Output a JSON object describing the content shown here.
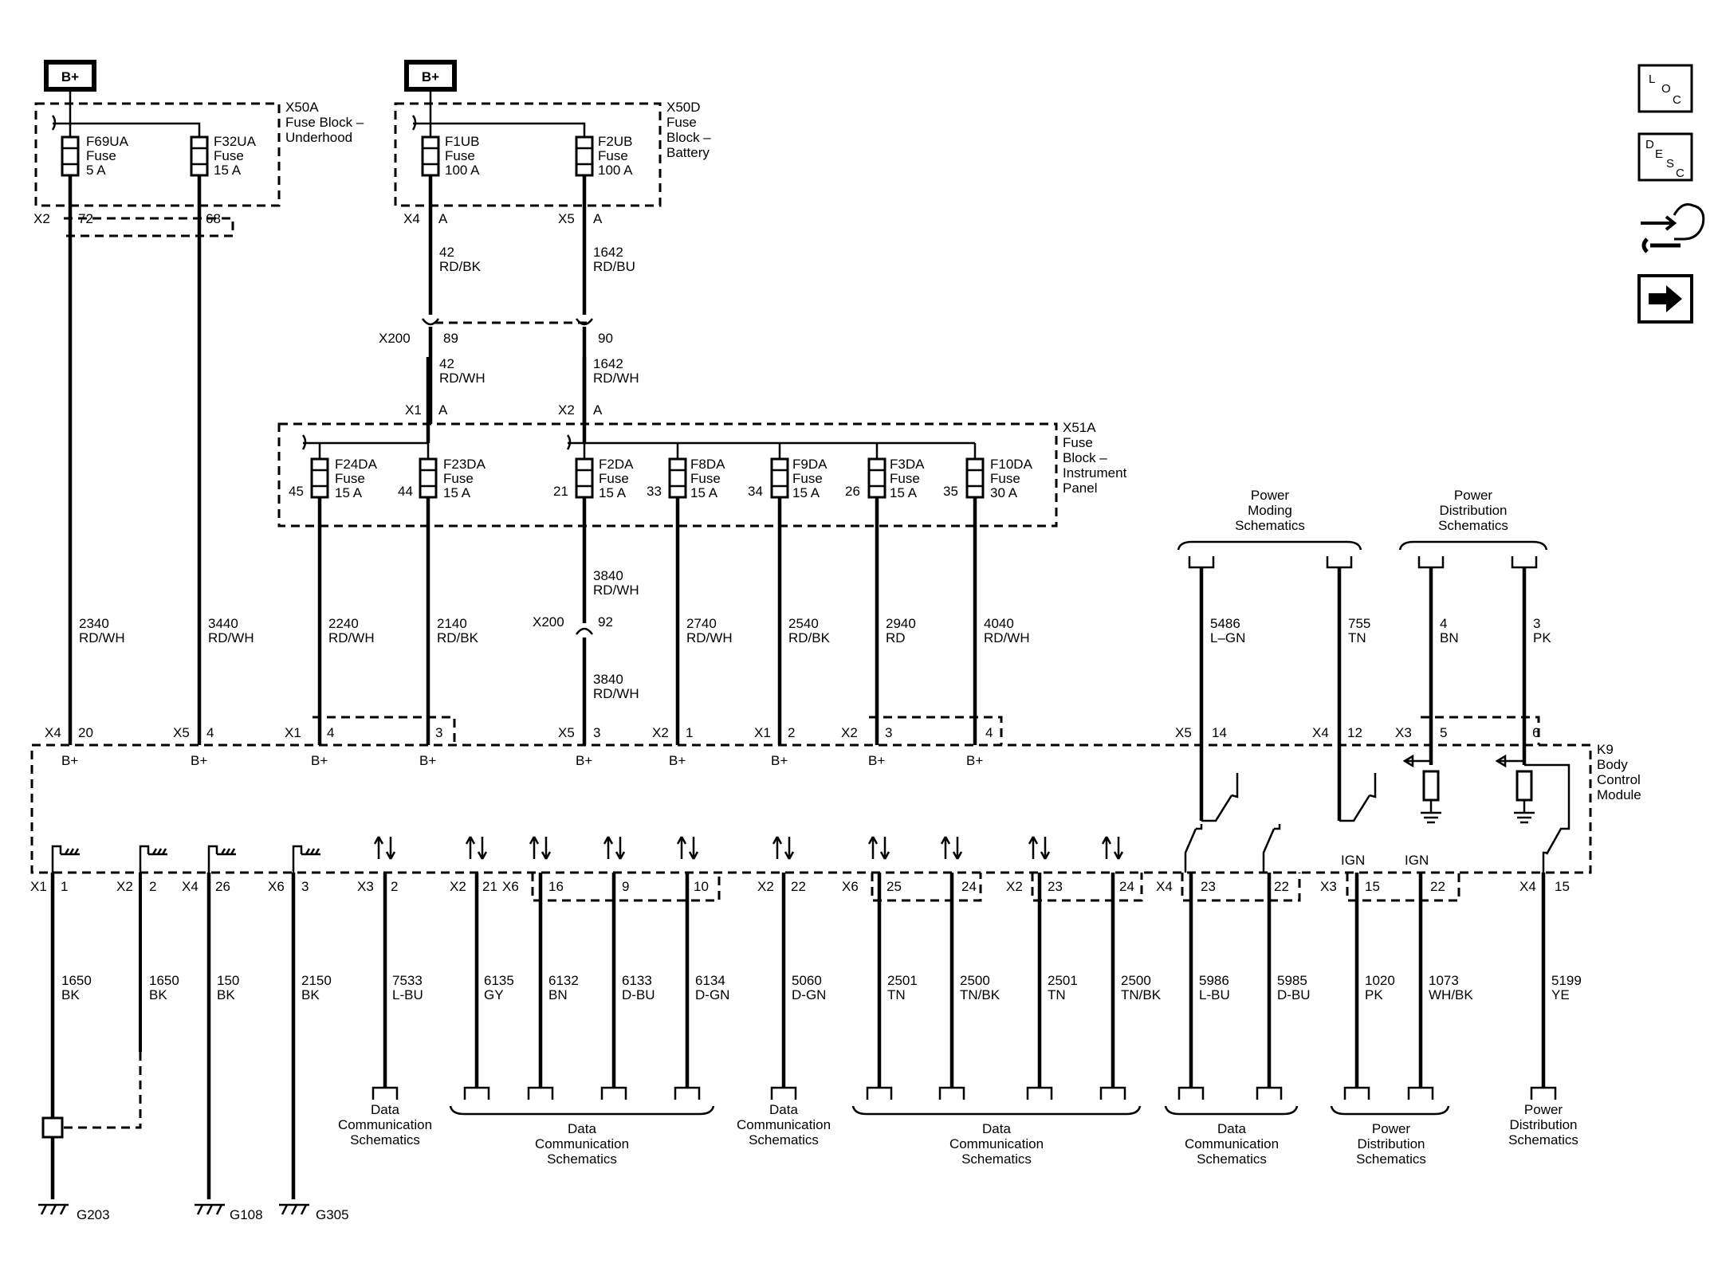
{
  "power_sources": [
    {
      "label": "B+"
    },
    {
      "label": "B+"
    }
  ],
  "blocks": [
    {
      "name": "X50A",
      "lines": [
        "X50A",
        "Fuse Block –",
        "Underhood"
      ]
    },
    {
      "name": "X50D",
      "lines": [
        "X50D",
        "Fuse",
        "Block –",
        "Battery"
      ]
    },
    {
      "name": "X51A",
      "lines": [
        "X51A",
        "Fuse",
        "Block –",
        "Instrument",
        "Panel"
      ]
    },
    {
      "name": "K9",
      "lines": [
        "K9",
        "Body",
        "Control",
        "Module"
      ]
    }
  ],
  "fuses": [
    {
      "lines": [
        "F69UA",
        "Fuse",
        "5 A"
      ]
    },
    {
      "lines": [
        "F32UA",
        "Fuse",
        "15 A"
      ]
    },
    {
      "lines": [
        "F1UB",
        "Fuse",
        "100 A"
      ]
    },
    {
      "lines": [
        "F2UB",
        "Fuse",
        "100 A"
      ]
    },
    {
      "lines": [
        "F24DA",
        "Fuse",
        "15 A"
      ],
      "pin": "45"
    },
    {
      "lines": [
        "F23DA",
        "Fuse",
        "15 A"
      ],
      "pin": "44"
    },
    {
      "lines": [
        "F2DA",
        "Fuse",
        "15 A"
      ],
      "pin": "21"
    },
    {
      "lines": [
        "F8DA",
        "Fuse",
        "15 A"
      ],
      "pin": "33"
    },
    {
      "lines": [
        "F9DA",
        "Fuse",
        "15 A"
      ],
      "pin": "34"
    },
    {
      "lines": [
        "F3DA",
        "Fuse",
        "15 A"
      ],
      "pin": "26"
    },
    {
      "lines": [
        "F10DA",
        "Fuse",
        "30 A"
      ],
      "pin": "35"
    }
  ],
  "connector_labels": [
    "X2",
    "72",
    "68",
    "X4",
    "A",
    "X5",
    "A",
    "X200",
    "89",
    "90",
    "X1",
    "A",
    "X2",
    "A",
    "X200",
    "92"
  ],
  "upper_wires": [
    {
      "circuit": "42",
      "color": "RD/BK"
    },
    {
      "circuit": "1642",
      "color": "RD/BU"
    },
    {
      "circuit": "42",
      "color": "RD/WH"
    },
    {
      "circuit": "1642",
      "color": "RD/WH"
    },
    {
      "circuit": "3840",
      "color": "RD/WH"
    },
    {
      "circuit": "3840",
      "color": "RD/WH"
    }
  ],
  "feed_wires": [
    {
      "circuit": "2340",
      "color": "RD/WH"
    },
    {
      "circuit": "3440",
      "color": "RD/WH"
    },
    {
      "circuit": "2240",
      "color": "RD/WH"
    },
    {
      "circuit": "2140",
      "color": "RD/BK"
    },
    {
      "circuit": "2740",
      "color": "RD/WH"
    },
    {
      "circuit": "2540",
      "color": "RD/BK"
    },
    {
      "circuit": "2940",
      "color": "RD"
    },
    {
      "circuit": "4040",
      "color": "RD/WH"
    },
    {
      "circuit": "5486",
      "color": "L–GN"
    },
    {
      "circuit": "755",
      "color": "TN"
    },
    {
      "circuit": "4",
      "color": "BN"
    },
    {
      "circuit": "3",
      "color": "PK"
    }
  ],
  "top_pins": [
    {
      "conn": "X4",
      "pin": "20",
      "sig": "B+"
    },
    {
      "conn": "X5",
      "pin": "4",
      "sig": "B+"
    },
    {
      "conn": "X1",
      "pin": "4",
      "sig": "B+"
    },
    {
      "conn": "",
      "pin": "3",
      "sig": "B+"
    },
    {
      "conn": "X5",
      "pin": "3",
      "sig": "B+"
    },
    {
      "conn": "X2",
      "pin": "1",
      "sig": "B+"
    },
    {
      "conn": "X1",
      "pin": "2",
      "sig": "B+"
    },
    {
      "conn": "X2",
      "pin": "3",
      "sig": "B+"
    },
    {
      "conn": "",
      "pin": "4",
      "sig": "B+"
    },
    {
      "conn": "X5",
      "pin": "14",
      "sig": ""
    },
    {
      "conn": "X4",
      "pin": "12",
      "sig": ""
    },
    {
      "conn": "X3",
      "pin": "5",
      "sig": ""
    },
    {
      "conn": "",
      "pin": "6",
      "sig": ""
    }
  ],
  "top_refs": [
    {
      "lines": [
        "Power",
        "Moding",
        "Schematics"
      ]
    },
    {
      "lines": [
        "Power",
        "Distribution",
        "Schematics"
      ]
    }
  ],
  "ign_labels": [
    "IGN",
    "IGN"
  ],
  "bottom_pins": [
    {
      "conn": "X1",
      "pin": "1"
    },
    {
      "conn": "X2",
      "pin": "2"
    },
    {
      "conn": "X4",
      "pin": "26"
    },
    {
      "conn": "X6",
      "pin": "3"
    },
    {
      "conn": "X3",
      "pin": "2"
    },
    {
      "conn": "X2",
      "pin": "21"
    },
    {
      "conn": "X6",
      "pin": "16"
    },
    {
      "conn": "",
      "pin": "9"
    },
    {
      "conn": "",
      "pin": "10"
    },
    {
      "conn": "X2",
      "pin": "22"
    },
    {
      "conn": "X6",
      "pin": "25"
    },
    {
      "conn": "",
      "pin": "24"
    },
    {
      "conn": "X2",
      "pin": "23"
    },
    {
      "conn": "",
      "pin": "24"
    },
    {
      "conn": "X4",
      "pin": "23"
    },
    {
      "conn": "",
      "pin": "22"
    },
    {
      "conn": "X3",
      "pin": "15"
    },
    {
      "conn": "",
      "pin": "22"
    },
    {
      "conn": "X4",
      "pin": "15"
    }
  ],
  "bottom_wires": [
    {
      "circuit": "1650",
      "color": "BK"
    },
    {
      "circuit": "1650",
      "color": "BK"
    },
    {
      "circuit": "150",
      "color": "BK"
    },
    {
      "circuit": "2150",
      "color": "BK"
    },
    {
      "circuit": "7533",
      "color": "L-BU"
    },
    {
      "circuit": "6135",
      "color": "GY"
    },
    {
      "circuit": "6132",
      "color": "BN"
    },
    {
      "circuit": "6133",
      "color": "D-BU"
    },
    {
      "circuit": "6134",
      "color": "D-GN"
    },
    {
      "circuit": "5060",
      "color": "D-GN"
    },
    {
      "circuit": "2501",
      "color": "TN"
    },
    {
      "circuit": "2500",
      "color": "TN/BK"
    },
    {
      "circuit": "2501",
      "color": "TN"
    },
    {
      "circuit": "2500",
      "color": "TN/BK"
    },
    {
      "circuit": "5986",
      "color": "L-BU"
    },
    {
      "circuit": "5985",
      "color": "D-BU"
    },
    {
      "circuit": "1020",
      "color": "PK"
    },
    {
      "circuit": "1073",
      "color": "WH/BK"
    },
    {
      "circuit": "5199",
      "color": "YE"
    }
  ],
  "bottom_refs": [
    {
      "lines": [
        "Data",
        "Communication",
        "Schematics"
      ]
    },
    {
      "lines": [
        "Data",
        "Communication",
        "Schematics"
      ]
    },
    {
      "lines": [
        "Data",
        "Communication",
        "Schematics"
      ]
    },
    {
      "lines": [
        "Data",
        "Communication",
        "Schematics"
      ]
    },
    {
      "lines": [
        "Data",
        "Communication",
        "Schematics"
      ]
    },
    {
      "lines": [
        "Power",
        "Distribution",
        "Schematics"
      ]
    },
    {
      "lines": [
        "Power",
        "Distribution",
        "Schematics"
      ]
    }
  ],
  "grounds": [
    "G203",
    "G108",
    "G305"
  ],
  "side_buttons": [
    {
      "letters": [
        "L",
        "O",
        "C"
      ],
      "icon": "loc-icon"
    },
    {
      "letters": [
        "D",
        "E",
        "S",
        "C"
      ],
      "icon": "desc-icon"
    },
    {
      "icon": "connector-hand-icon"
    },
    {
      "icon": "arrow-right-icon"
    }
  ]
}
